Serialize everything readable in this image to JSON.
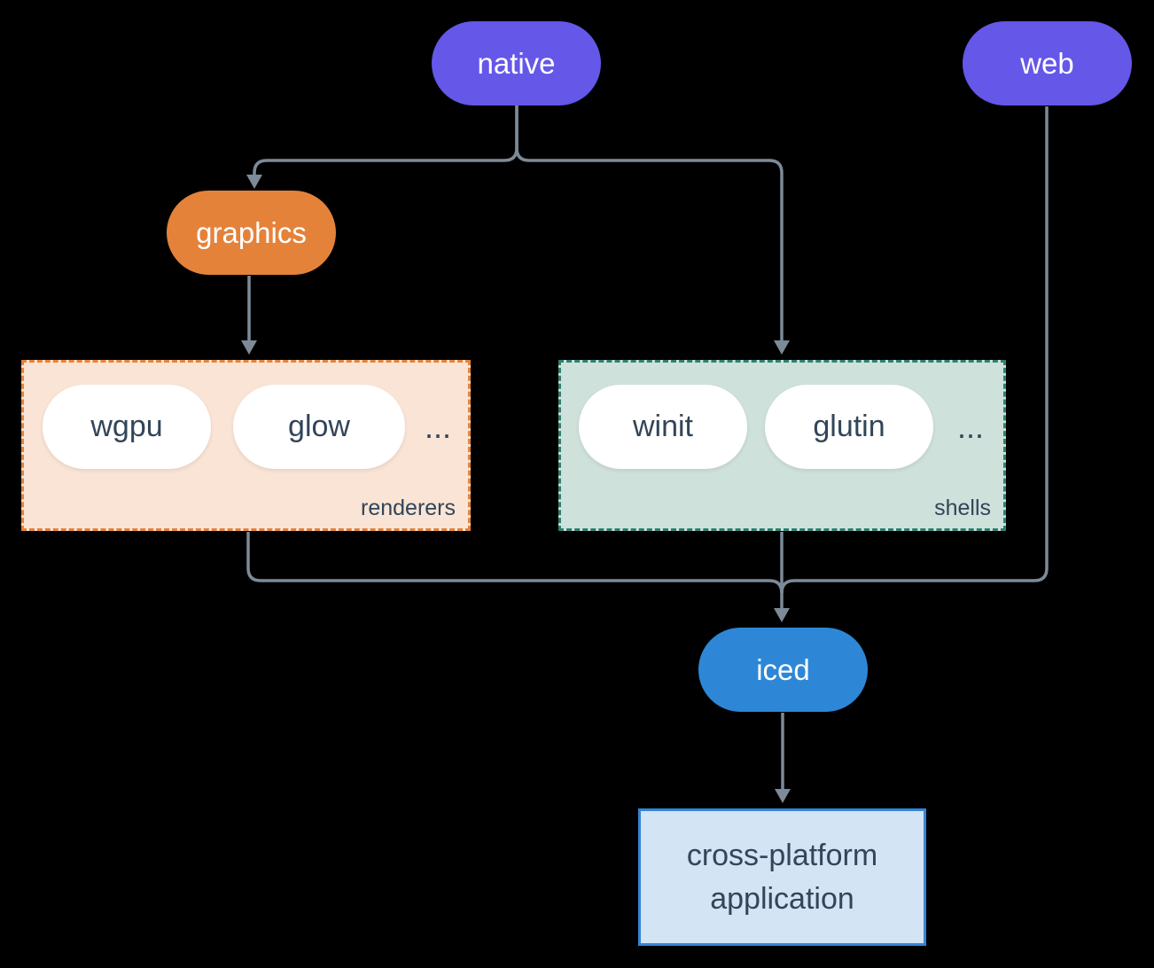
{
  "diagram": {
    "nodes": {
      "native": "native",
      "web": "web",
      "graphics": "graphics",
      "iced": "iced"
    },
    "groups": {
      "renderers": {
        "label": "renderers",
        "items": [
          "wgpu",
          "glow"
        ],
        "ellipsis": "..."
      },
      "shells": {
        "label": "shells",
        "items": [
          "winit",
          "glutin"
        ],
        "ellipsis": "..."
      }
    },
    "app_box": {
      "line1": "cross-platform",
      "line2": "application"
    },
    "edges": [
      {
        "from": "native",
        "to": "graphics"
      },
      {
        "from": "native",
        "to": "shells"
      },
      {
        "from": "graphics",
        "to": "renderers"
      },
      {
        "from": "renderers",
        "to": "iced"
      },
      {
        "from": "shells",
        "to": "iced"
      },
      {
        "from": "web",
        "to": "iced"
      },
      {
        "from": "iced",
        "to": "cross-platform application"
      }
    ]
  },
  "colors": {
    "bg": "#000000",
    "purple": "#6557e8",
    "orange": "#e5823a",
    "blue": "#2d87d6",
    "teal": "#2e8070",
    "peach": "#fae4d5",
    "green": "#cfe1db",
    "appfill": "#d3e4f5",
    "appborder": "#3585d8",
    "ink": "#324559",
    "line": "#7d8a97"
  }
}
